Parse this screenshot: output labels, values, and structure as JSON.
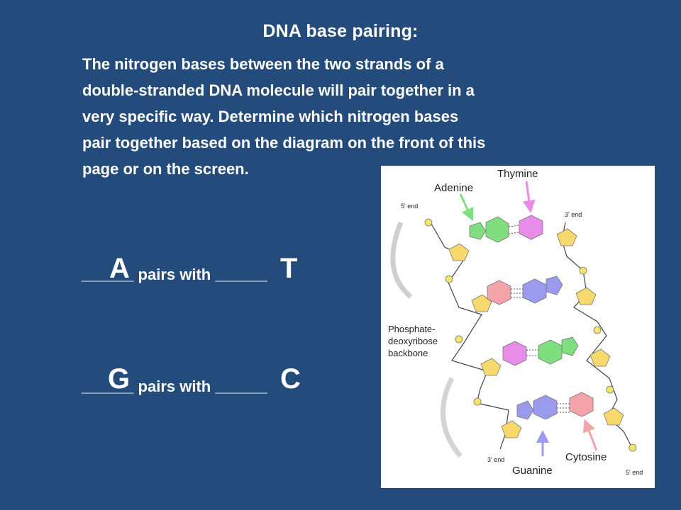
{
  "slide": {
    "title": "DNA base pairing:",
    "intro_lines": [
      "The nitrogen bases between the two strands of a",
      "double-stranded DNA molecule will pair together in a",
      "very specific way.  Determine which nitrogen bases",
      "pair together based on the diagram on the front of this",
      "page or on the screen."
    ],
    "pairs": [
      {
        "left_blank": "______",
        "connector": " pairs with ",
        "right_blank": "______",
        "left_answer": "A",
        "right_answer": "T"
      },
      {
        "left_blank": "______",
        "connector": " pairs with ",
        "right_blank": "______",
        "left_answer": "G",
        "right_answer": "C"
      }
    ]
  },
  "diagram": {
    "labels": {
      "thymine": "Thymine",
      "adenine": "Adenine",
      "five_prime_top": "5' end",
      "three_prime_top": "3' end",
      "backbone_1": "Phosphate-",
      "backbone_2": "deoxyribose",
      "backbone_3": "backbone",
      "cytosine": "Cytosine",
      "guanine": "Guanine",
      "three_prime_bottom": "3' end",
      "five_prime_bottom": "5' end"
    },
    "colors": {
      "adenine": "#7fdf7f",
      "thymine": "#e98be9",
      "cytosine": "#f4a3a8",
      "guanine": "#9a9aef",
      "sugar": "#f7d96b",
      "phosphate": "#f3e56a"
    }
  }
}
